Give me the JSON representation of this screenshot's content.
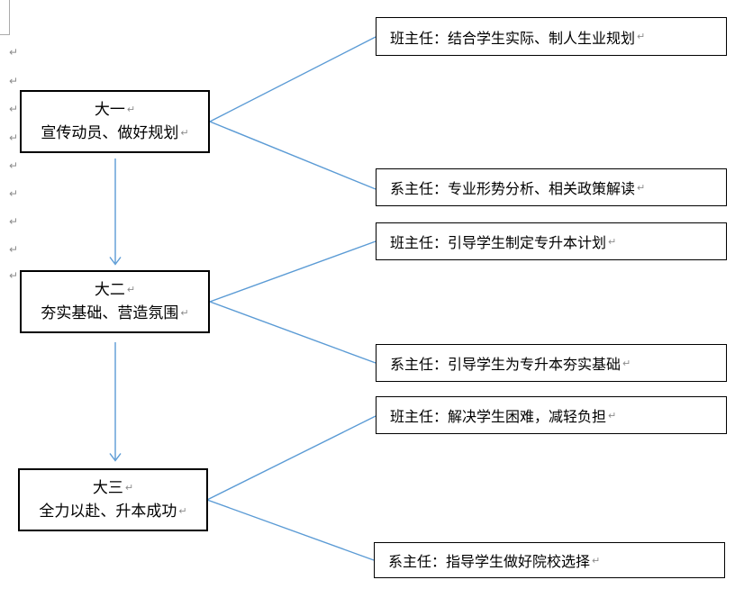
{
  "page": {
    "formatting_mark": "↵"
  },
  "diagram": {
    "stages": [
      {
        "title": "大一",
        "subtitle": "宣传动员、做好规划"
      },
      {
        "title": "大二",
        "subtitle": "夯实基础、营造氛围"
      },
      {
        "title": "大三",
        "subtitle": "全力以赴、升本成功"
      }
    ],
    "tasks": [
      {
        "label": "班主任：结合学生实际、制人生业规划"
      },
      {
        "label": "系主任：专业形势分析、相关政策解读"
      },
      {
        "label": "班主任：引导学生制定专升本计划"
      },
      {
        "label": "系主任：引导学生为专升本夯实基础"
      },
      {
        "label": "班主任：解决学生困难，减轻负担"
      },
      {
        "label": "系主任：指导学生做好院校选择"
      }
    ],
    "colors": {
      "connector": "#5B9BD5",
      "box_border": "#000000",
      "text": "#000000",
      "formatting_mark_color": "#8c8c8c",
      "margin_mark_color": "#ababab"
    }
  }
}
